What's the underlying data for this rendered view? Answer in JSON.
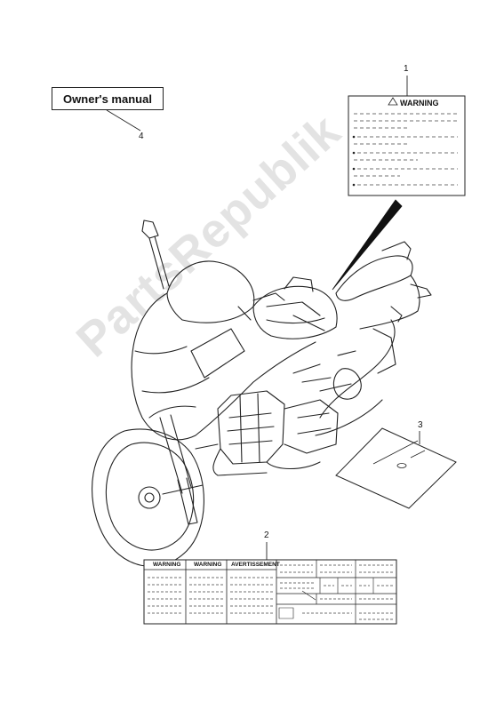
{
  "labels": {
    "owners_manual": "Owner's manual",
    "warning_label_title": "WARNING",
    "label2_title_a": "WARNING",
    "label2_title_b": "WARNING",
    "label2_title_c": "AVERTISSEMENT"
  },
  "callouts": {
    "c1": "1",
    "c2": "2",
    "c3": "3",
    "c4": "4"
  },
  "watermark": {
    "text": "PartsRepublik"
  }
}
